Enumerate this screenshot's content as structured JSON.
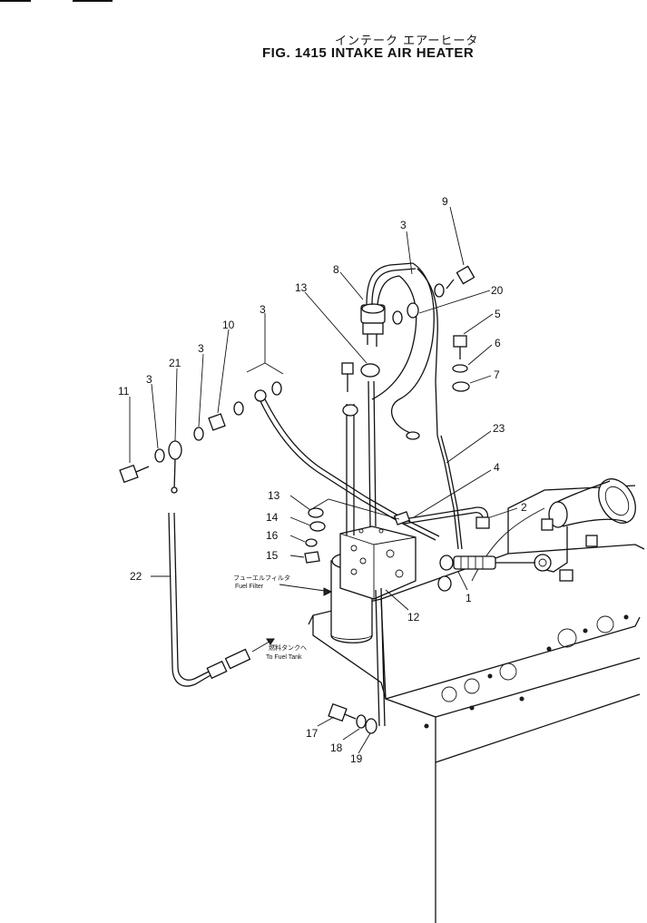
{
  "figure": {
    "title_jp": "インテーク エアーヒータ",
    "title_en": "FIG. 1415  INTAKE AIR HEATER"
  },
  "callouts": [
    "9",
    "3",
    "8",
    "20",
    "13",
    "5",
    "6",
    "7",
    "3",
    "10",
    "21",
    "3",
    "11",
    "3",
    "23",
    "4",
    "2",
    "13",
    "14",
    "16",
    "15",
    "22",
    "12",
    "1",
    "17",
    "18",
    "19"
  ],
  "notes": {
    "fuel_filter_jp": "フューエルフィルタ",
    "fuel_filter_en": "Fuel Filter",
    "fuel_tank_jp": "燃料タンクへ",
    "fuel_tank_en": "To Fuel Tank"
  }
}
